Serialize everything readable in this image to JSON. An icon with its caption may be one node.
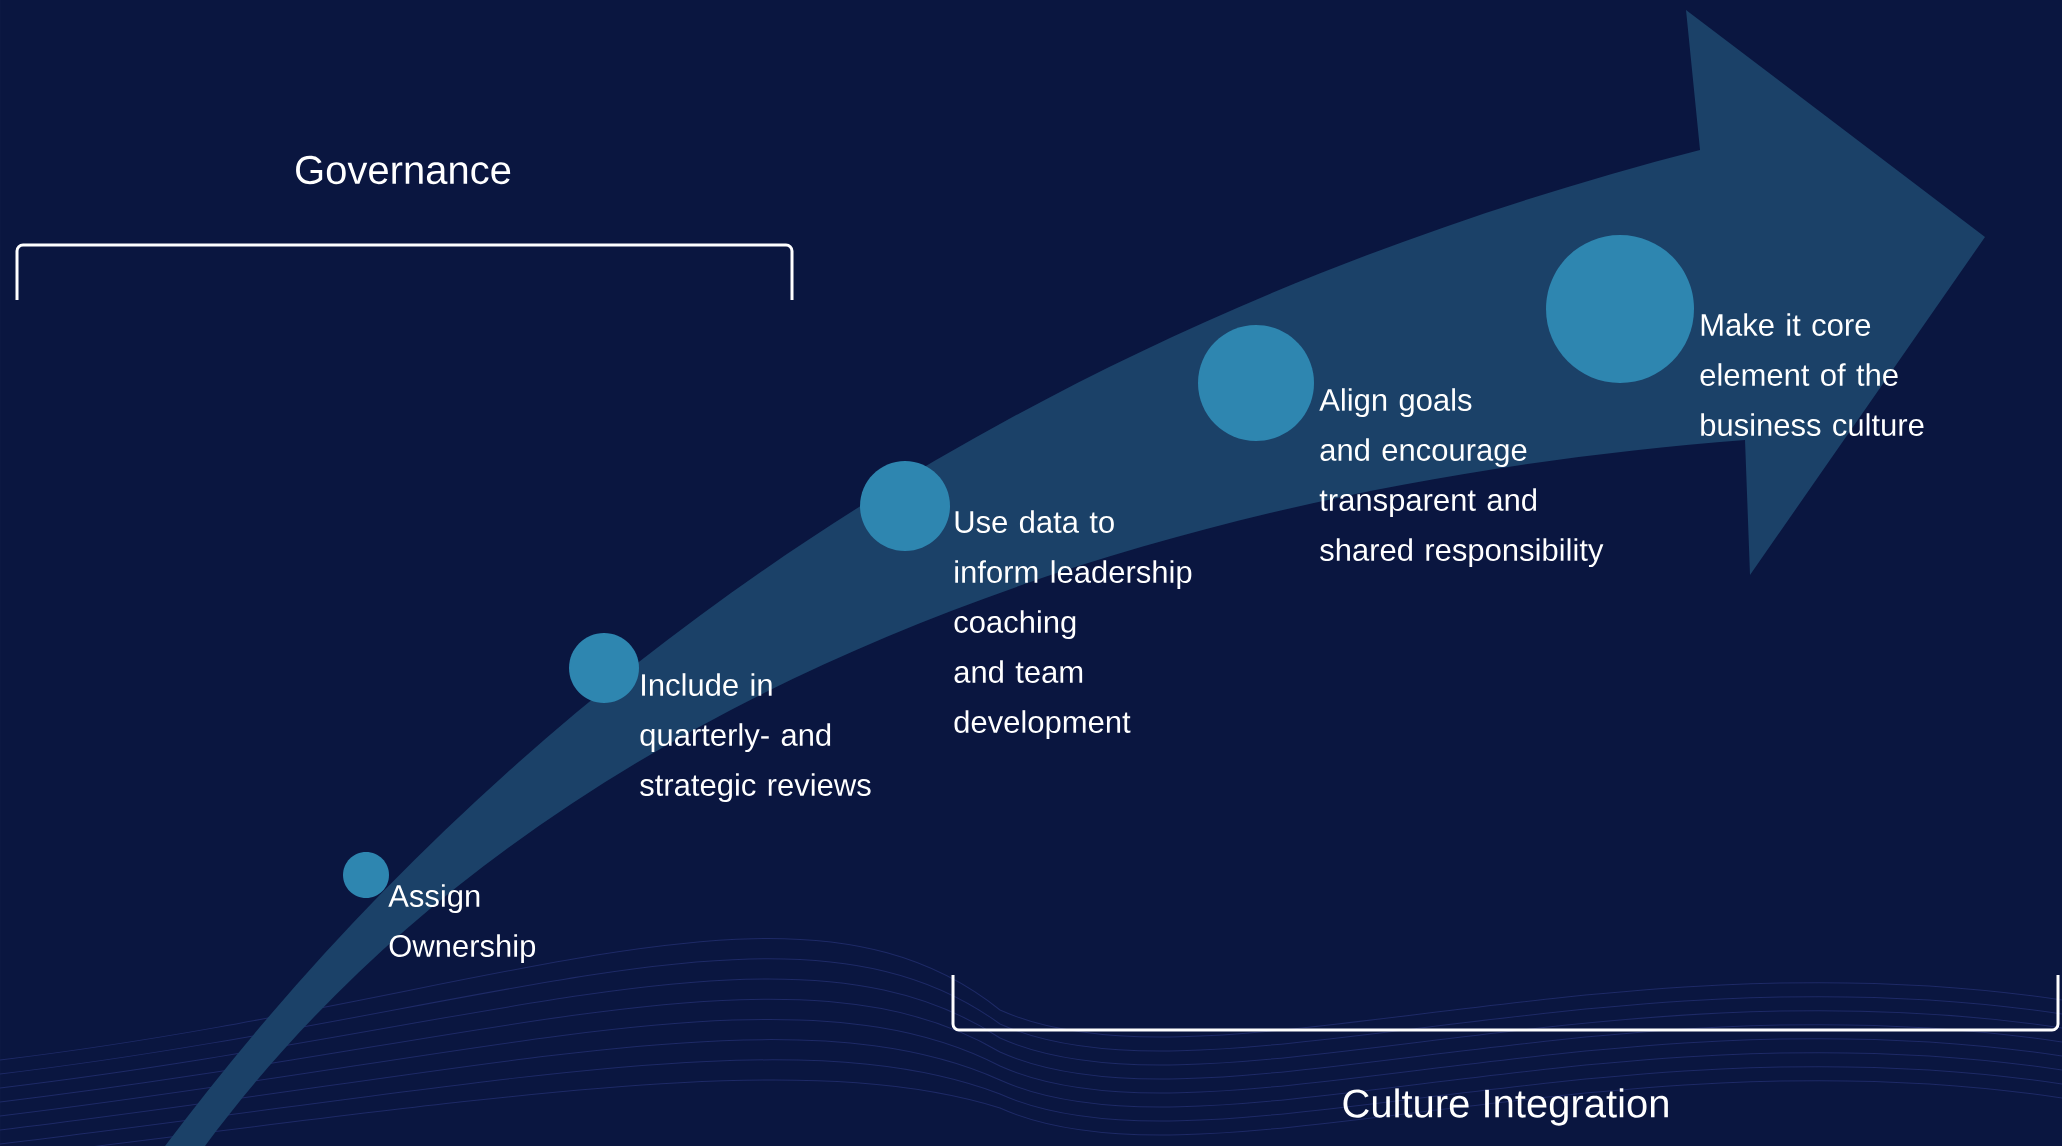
{
  "diagram": {
    "nodes": [
      {
        "text": [],
        "shape": "circle",
        "beside": [
          "Assign Ownership"
        ]
      },
      {
        "text": [],
        "shape": "circle",
        "beside": [
          "Include in quarterly- and strategic reviews"
        ]
      },
      {
        "text": [],
        "shape": "circle",
        "beside": [
          "Use data to inform leadership coaching and team development"
        ]
      },
      {
        "text": [],
        "shape": "circle",
        "beside": [
          "Align goals and encourage transparent and shared responsibility"
        ]
      },
      {
        "text": [],
        "shape": "circle",
        "beside": [
          "Make it core element of the business culture"
        ]
      }
    ],
    "labels": [
      "Governance",
      "Culture Integration"
    ]
  }
}
